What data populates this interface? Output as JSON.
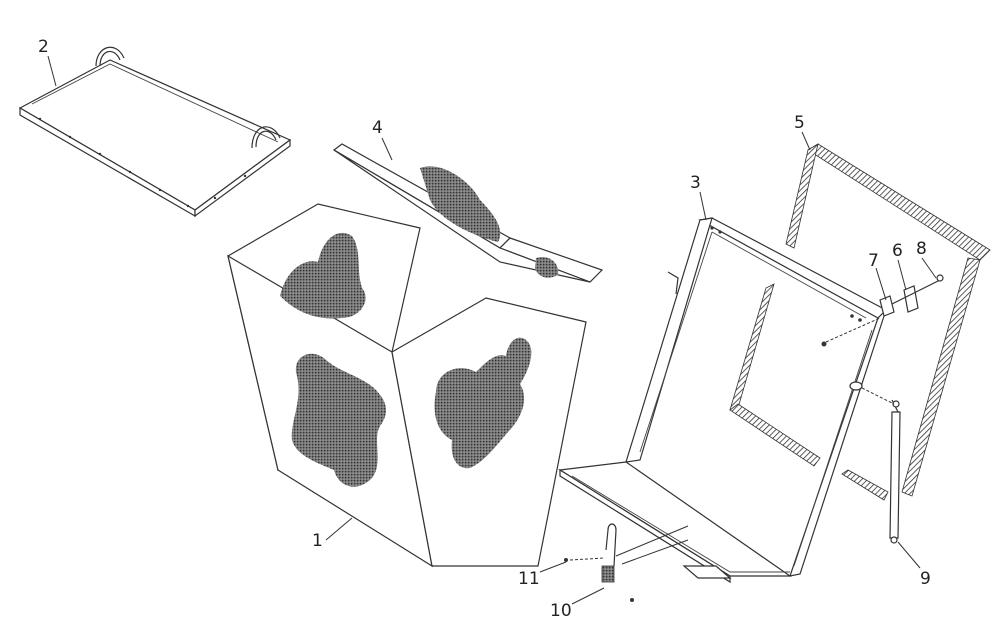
{
  "labels": {
    "p1": "1",
    "p2": "2",
    "p3": "3",
    "p4": "4",
    "p5": "5",
    "p6": "6",
    "p7": "7",
    "p8": "8",
    "p9": "9",
    "p10": "10",
    "p11": "11"
  },
  "colors": {
    "line": "#333333",
    "hatch": "#555555",
    "background": "#ffffff"
  }
}
